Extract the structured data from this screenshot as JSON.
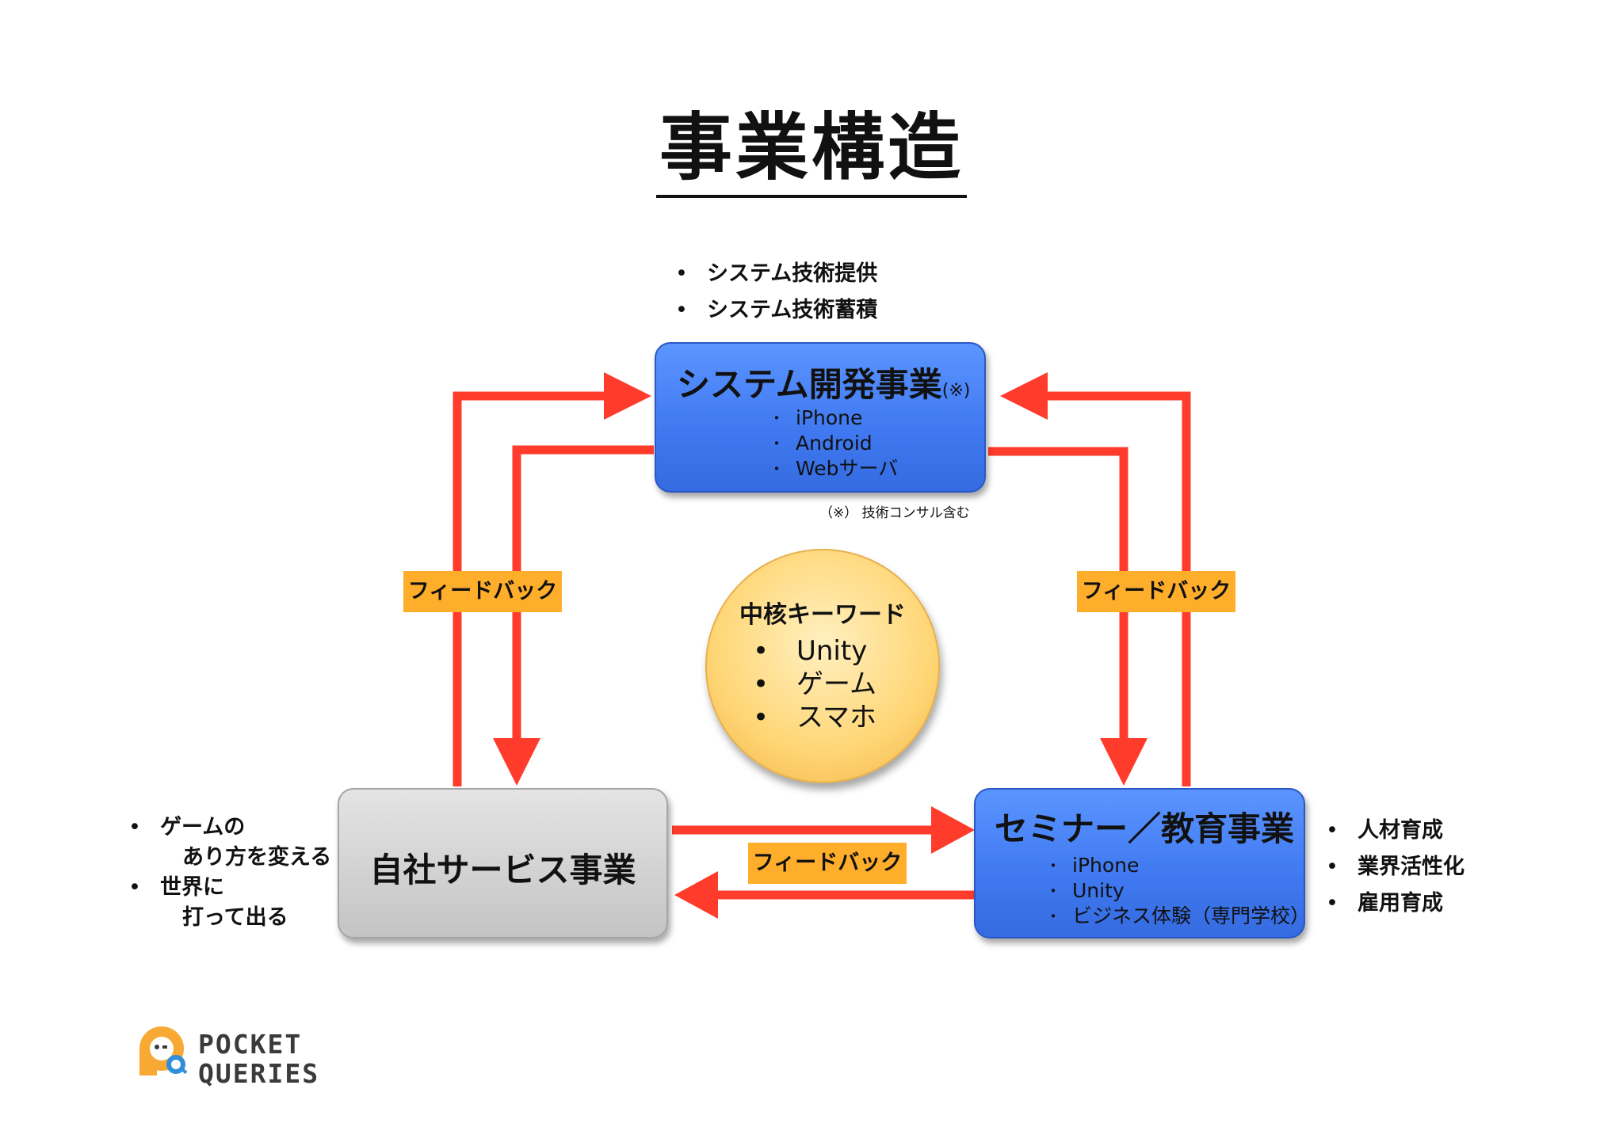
{
  "title": "事業構造",
  "top_notes": [
    "システム技術提供",
    "システム技術蓄積"
  ],
  "system_box": {
    "title": "システム開発事業",
    "title_mark": "(※)",
    "items": [
      "iPhone",
      "Android",
      "Webサーバ"
    ],
    "footnote": "（※） 技術コンサル含む"
  },
  "feedback_label": "フィードバック",
  "core": {
    "title": "中核キーワード",
    "items": [
      "Unity",
      "ゲーム",
      "スマホ"
    ]
  },
  "service_box": {
    "title": "自社サービス事業"
  },
  "seminar_box": {
    "title": "セミナー／教育事業",
    "items": [
      "iPhone",
      "Unity",
      "ビジネス体験（専門学校）"
    ]
  },
  "left_notes": [
    {
      "line1": "ゲームの",
      "line2": "あり方を変える"
    },
    {
      "line1": "世界に",
      "line2": "打って出る"
    }
  ],
  "right_notes": [
    "人材育成",
    "業界活性化",
    "雇用育成"
  ],
  "logo": {
    "line1": "POCKET",
    "line2": "QUERIES"
  },
  "colors": {
    "arrow": "#ff3b2b",
    "blue_box": "#4a86fb",
    "feedback_bg": "#ffae2b",
    "gray_box": "#d3d3d3",
    "circle": "#ffd676"
  }
}
